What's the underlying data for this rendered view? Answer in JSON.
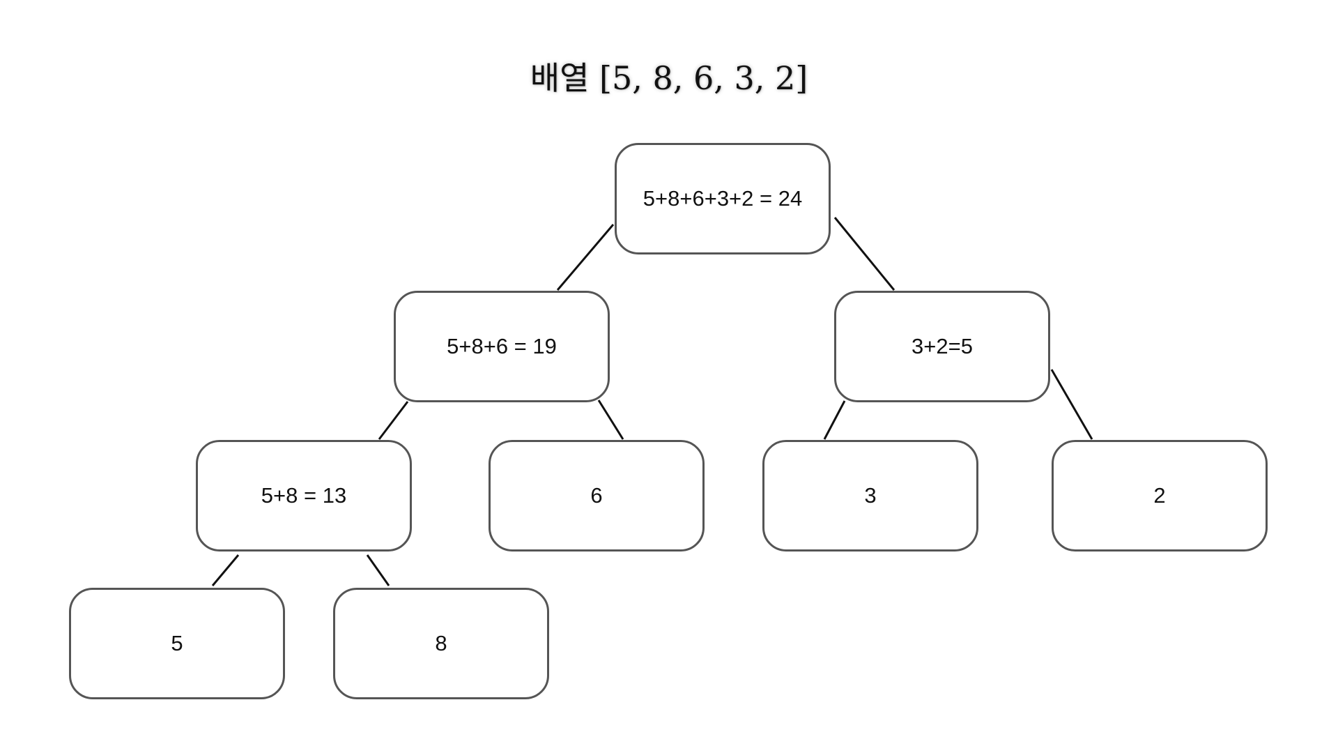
{
  "title": "배열 [5, 8, 6, 3, 2]",
  "nodes": {
    "root": {
      "label": "5+8+6+3+2 = 24"
    },
    "left": {
      "label": "5+8+6 = 19"
    },
    "right": {
      "label": "3+2=5"
    },
    "left_left": {
      "label": "5+8 = 13"
    },
    "left_right": {
      "label": "6"
    },
    "right_left": {
      "label": "3"
    },
    "right_right": {
      "label": "2"
    },
    "leaf_5": {
      "label": "5"
    },
    "leaf_8": {
      "label": "8"
    }
  },
  "colors": {
    "node_border": "#555555",
    "edge": "#111111",
    "text": "#111111",
    "background": "#ffffff"
  }
}
